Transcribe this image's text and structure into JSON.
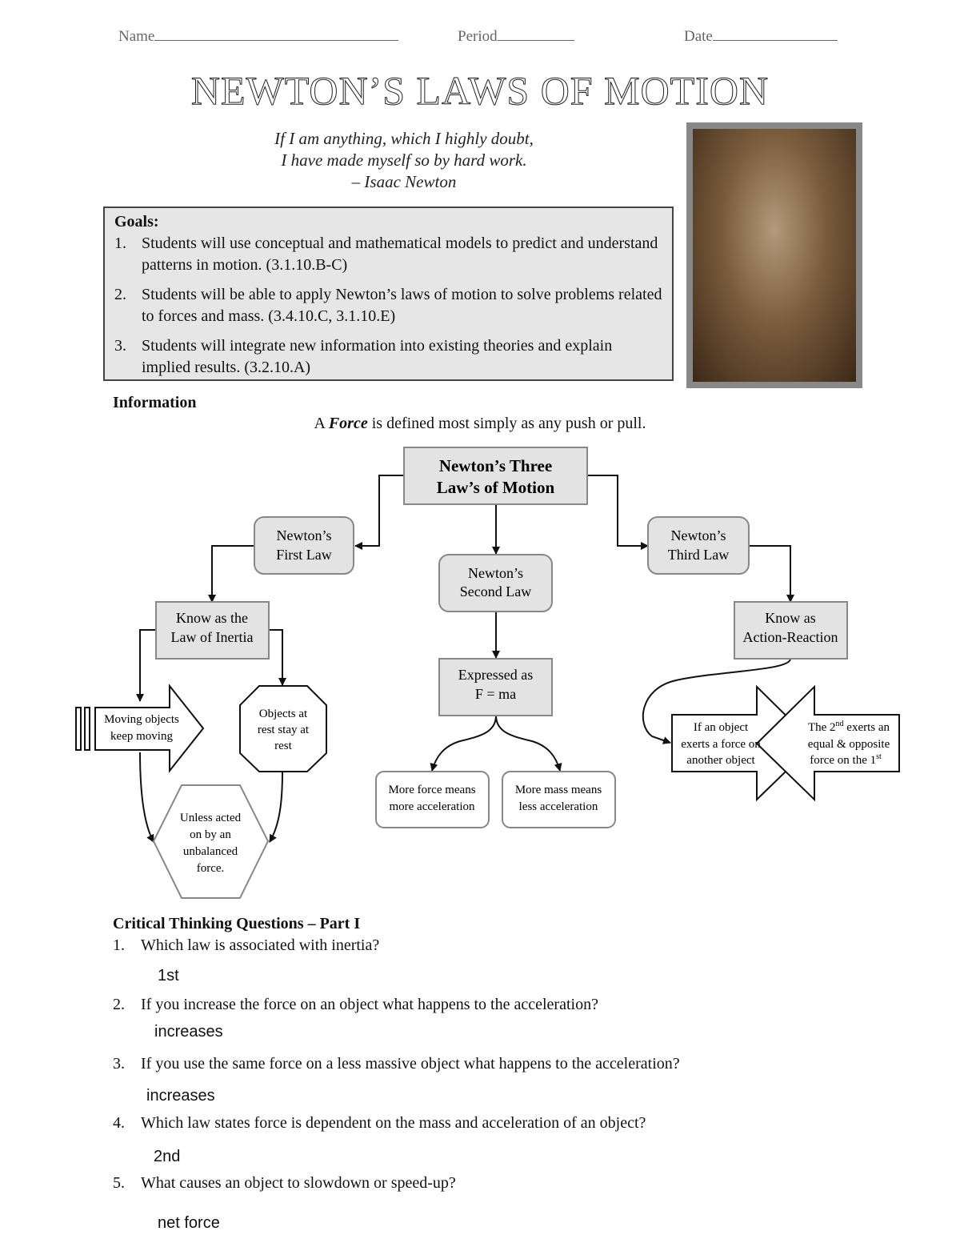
{
  "header": {
    "name_label": "Name",
    "period_label": "Period",
    "date_label": "Date"
  },
  "title": "NEWTON’S LAWS OF MOTION",
  "quote": {
    "line1": "If I am anything, which I highly doubt,",
    "line2": "I have made myself so by hard work.",
    "attribution": "– Isaac Newton"
  },
  "goals": {
    "heading": "Goals:",
    "items": [
      {
        "num": "1.",
        "text": "Students will use conceptual and mathematical models to predict and understand patterns in motion. (3.1.10.B-C)"
      },
      {
        "num": "2.",
        "text": "Students will be able to apply Newton’s laws of motion to solve problems related to forces and mass. (3.4.10.C, 3.1.10.E)"
      },
      {
        "num": "3.",
        "text": "Students will integrate new information into existing theories and explain implied results. (3.2.10.A)"
      }
    ]
  },
  "information": {
    "heading": "Information",
    "definition_pre": "A ",
    "definition_term": "Force",
    "definition_post": " is defined most simply as any push or pull."
  },
  "flowchart": {
    "root_l1": "Newton’s Three",
    "root_l2": "Law’s of Motion",
    "first_l1": "Newton’s",
    "first_l2": "First Law",
    "second_l1": "Newton’s",
    "second_l2": "Second Law",
    "third_l1": "Newton’s",
    "third_l2": "Third Law",
    "inertia_l1": "Know as the",
    "inertia_l2": "Law of Inertia",
    "moving_l1": "Moving objects",
    "moving_l2": "keep moving",
    "rest_l1": "Objects at",
    "rest_l2": "rest stay at",
    "rest_l3": "rest",
    "unless_l1": "Unless acted",
    "unless_l2": "on by an",
    "unless_l3": "unbalanced",
    "unless_l4": "force.",
    "fma_l1": "Expressed as",
    "fma_l2": "F = ma",
    "moreforce_l1": "More force means",
    "moreforce_l2": "more acceleration",
    "moremass_l1": "More mass means",
    "moremass_l2": "less acceleration",
    "ar_l1": "Know as",
    "ar_l2": "Action-Reaction",
    "if_l1": "If an object",
    "if_l2": "exerts a force on",
    "if_l3": "another object",
    "the2nd_l1a": "The 2",
    "the2nd_l1sup": "nd",
    "the2nd_l1b": " exerts an",
    "the2nd_l2": "equal & opposite",
    "the2nd_l3a": "force on the 1",
    "the2nd_l3sup": "st"
  },
  "questions": {
    "heading": "Critical Thinking Questions – Part I",
    "items": [
      {
        "num": "1.",
        "text": "Which law is associated with inertia?",
        "answer": "1st"
      },
      {
        "num": "2.",
        "text": "If you increase the force on an object what happens to the acceleration?",
        "answer": "increases"
      },
      {
        "num": "3.",
        "text": "If you use the same force on a less massive object what happens to the acceleration?",
        "answer": "increases"
      },
      {
        "num": "4.",
        "text": "Which law states force is dependent on the mass and acceleration of an object?",
        "answer": "2nd"
      },
      {
        "num": "5.",
        "text": "What causes an object to slowdown or speed-up?",
        "answer": "net force"
      }
    ]
  }
}
